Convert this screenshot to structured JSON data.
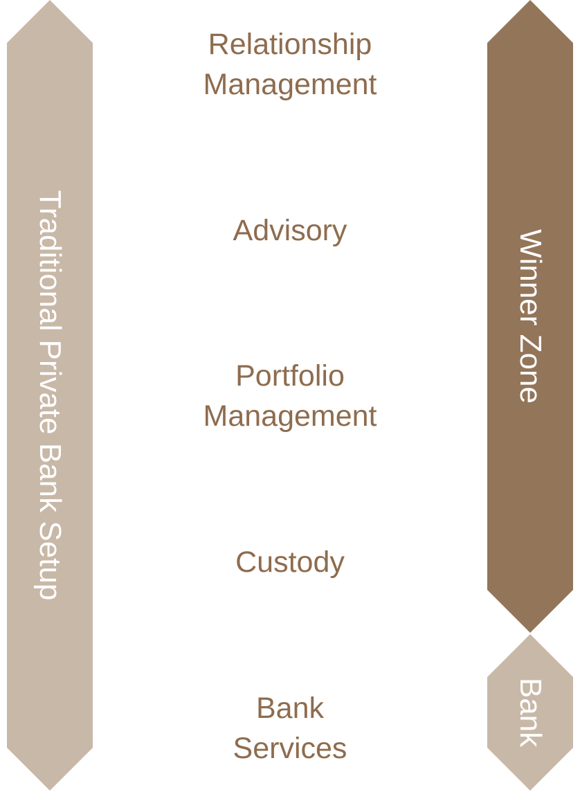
{
  "colors": {
    "light_arrow": "#c8b8a8",
    "dark_arrow": "#93755a",
    "layer_text": "#8e6c4e",
    "arrow_text": "#ffffff"
  },
  "left_arrow": {
    "label": "Traditional Private Bank Setup"
  },
  "right_top_arrow": {
    "label": "Winner Zone"
  },
  "right_bottom_arrow": {
    "label": "Bank"
  },
  "layers": [
    {
      "line1": "Relationship",
      "line2": "Management"
    },
    {
      "line1": "Advisory",
      "line2": ""
    },
    {
      "line1": "Portfolio",
      "line2": "Management"
    },
    {
      "line1": "Custody",
      "line2": ""
    },
    {
      "line1": "Bank",
      "line2": "Services"
    }
  ]
}
